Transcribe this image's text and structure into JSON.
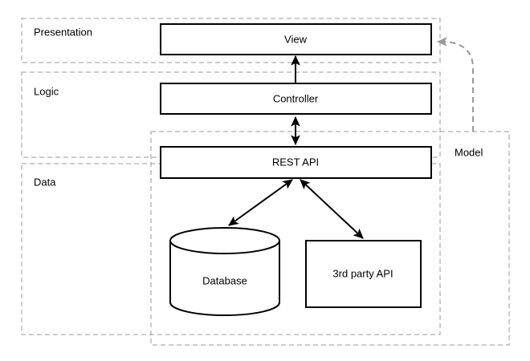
{
  "diagram": {
    "type": "layered-architecture",
    "background_color": "#ffffff",
    "swimlanes": [
      {
        "id": "presentation",
        "label": "Presentation"
      },
      {
        "id": "logic",
        "label": "Logic"
      },
      {
        "id": "data",
        "label": "Data"
      }
    ],
    "groups": [
      {
        "id": "model",
        "label": "Model"
      }
    ],
    "nodes": [
      {
        "id": "view",
        "label": "View",
        "shape": "rectangle",
        "layer": "presentation"
      },
      {
        "id": "controller",
        "label": "Controller",
        "shape": "rectangle",
        "layer": "logic"
      },
      {
        "id": "rest-api",
        "label": "REST API",
        "shape": "rectangle",
        "layer": "data",
        "group": "model"
      },
      {
        "id": "database",
        "label": "Database",
        "shape": "cylinder",
        "layer": "data",
        "group": "model"
      },
      {
        "id": "third-party-api",
        "label": "3rd party API",
        "shape": "rectangle",
        "layer": "data",
        "group": "model"
      }
    ],
    "edges": [
      {
        "id": "controller-to-view",
        "from": "controller",
        "to": "view",
        "style": "solid",
        "arrows": "single"
      },
      {
        "id": "controller-rest-api",
        "from": "controller",
        "to": "rest-api",
        "style": "solid",
        "arrows": "double"
      },
      {
        "id": "rest-api-database",
        "from": "rest-api",
        "to": "database",
        "style": "solid",
        "arrows": "double"
      },
      {
        "id": "rest-api-third-party",
        "from": "rest-api",
        "to": "third-party-api",
        "style": "solid",
        "arrows": "double"
      },
      {
        "id": "model-to-view",
        "from": "model",
        "to": "view",
        "style": "dashed",
        "arrows": "single"
      }
    ],
    "colors": {
      "node_stroke": "#000000",
      "container_stroke": "#999999",
      "dashed_edge": "#999999",
      "text": "#000000",
      "fill": "#ffffff"
    }
  }
}
